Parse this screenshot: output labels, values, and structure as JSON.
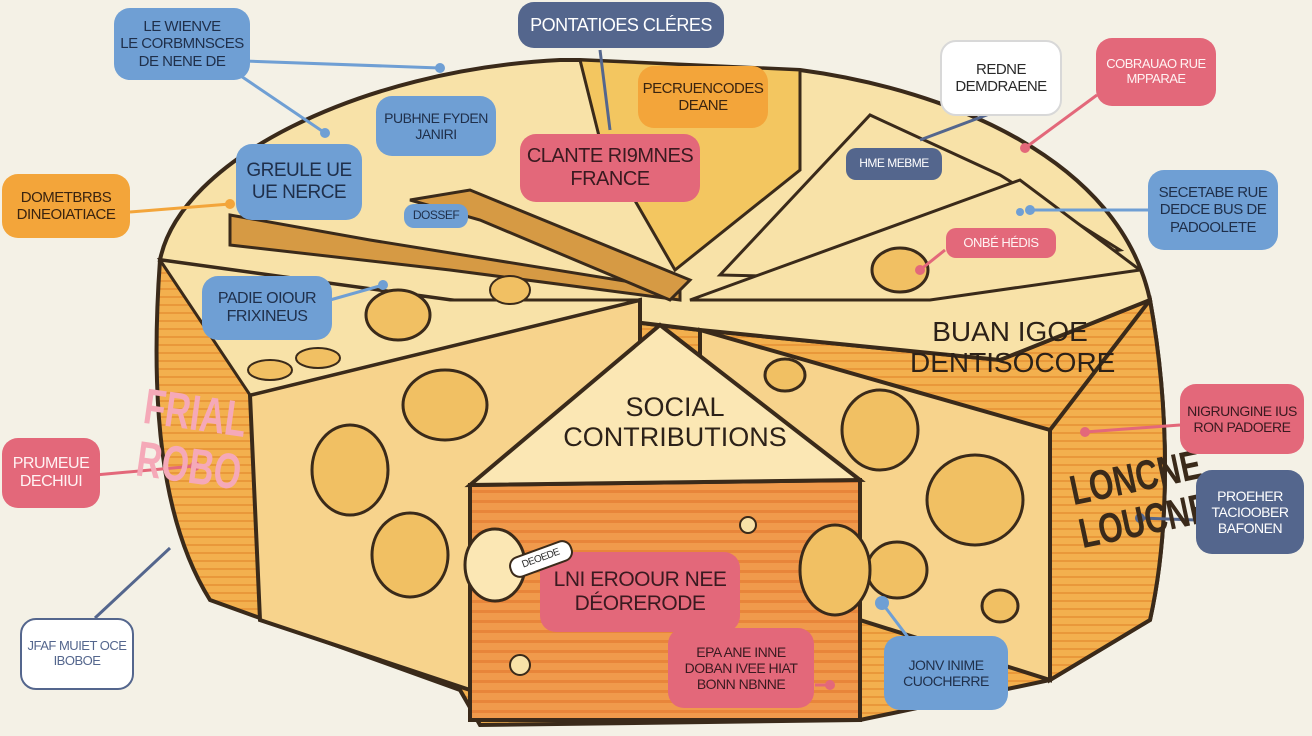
{
  "center_title": {
    "line1": "SOCIAL",
    "line2": "CONTRIBUTIONS"
  },
  "top_title": "PONTATIOES CLÉRES",
  "callouts": {
    "top_left": {
      "line1": "LE WIENVE",
      "line2": "LE CORBMNSCES",
      "line3": "DE NENE DE"
    },
    "left_mid_upper": {
      "line1": "DOMETBRBS",
      "line2": "DINEOIATIACE"
    },
    "greule": {
      "line1": "GREULE UE",
      "line2": "UE NERCE"
    },
    "puphne": {
      "line1": "PUBHNE FYDEN",
      "line2": "JANIRI"
    },
    "dossef": "DOSSEF",
    "padie": {
      "line1": "PADIE OIOUR",
      "line2": "FRIXINEUS"
    },
    "pecruencodes": {
      "line1": "PECRUENCODES",
      "line2": "DEANE"
    },
    "clante": {
      "line1": "CLANTE RI9MNES",
      "line2": "FRANCE"
    },
    "redne": {
      "line1": "REDNE",
      "line2": "DEMDRAENE"
    },
    "hme": "HME MEBME",
    "cobrauao": {
      "line1": "COBRAUAO RUE",
      "line2": "MPPARAE"
    },
    "secetabe": {
      "line1": "SECETABE RUE",
      "line2": "DEDCE BUS DE",
      "line3": "PADOOLETE"
    },
    "onbe": "ONBÉ HÉDIS",
    "buan": {
      "line1": "BUAN IGOE",
      "line2": "DENTISOCORE"
    },
    "nigrungine": {
      "line1": "NIGRUNGINE IUS",
      "line2": "RON PADOERE"
    },
    "proeher": {
      "line1": "PROEHER",
      "line2": "TACIOOBER",
      "line3": "BAFONEN"
    },
    "prumeue": {
      "line1": "PRUMEUE",
      "line2": "DECHIUI"
    },
    "jfaf": {
      "line1": "JFAF MUIET OCE",
      "line2": "IBOBOE"
    },
    "lni": {
      "line1": "LNI EROOUR NEE",
      "line2": "DÉORERODE"
    },
    "deoeoe": "DEOEDE",
    "epaane": {
      "line1": "EPA ANE INNE",
      "line2": "DOBAN IVEE HIAT",
      "line3": "BONN NBNNE"
    },
    "jonv": {
      "line1": "JONV INIME",
      "line2": "CUOCHERRE"
    }
  },
  "rind_text_left": {
    "line1": "FRIAL",
    "line2": "ROBO"
  },
  "rind_text_right": {
    "line1": "LONCNE",
    "line2": "LOUCNE"
  },
  "colors": {
    "background": "#f4f1e6",
    "cheese_top": "#f8e2a8",
    "cheese_side": "#f7d38c",
    "rind": "#f0a844",
    "orange_slice": "#f09a4c",
    "hole": "#f1c063",
    "outline": "#3a2a1a",
    "callout_blue": "#6f9fd4",
    "callout_red": "#e3687a",
    "callout_orange": "#f3a53a",
    "callout_navy": "#54668d"
  }
}
